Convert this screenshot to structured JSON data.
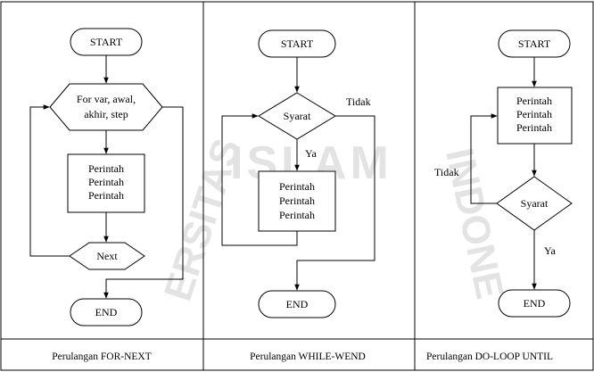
{
  "watermark": {
    "top": "ISLAM",
    "left": "ERSITAS",
    "right": "INDONE"
  },
  "panel1": {
    "start": "START",
    "for_box": [
      "For var, awal,",
      "akhir, step"
    ],
    "process": [
      "Perintah",
      "Perintah",
      "Perintah"
    ],
    "next": "Next",
    "end": "END",
    "caption": "Perulangan FOR-NEXT"
  },
  "panel2": {
    "start": "START",
    "condition": "Syarat",
    "no_label": "Tidak",
    "yes_label": "Ya",
    "process": [
      "Perintah",
      "Perintah",
      "Perintah"
    ],
    "end": "END",
    "caption": "Perulangan WHILE-WEND"
  },
  "panel3": {
    "start": "START",
    "process": [
      "Perintah",
      "Perintah",
      "Perintah"
    ],
    "condition": "Syarat",
    "no_label": "Tidak",
    "yes_label": "Ya",
    "end": "END",
    "caption": "Perulangan DO-LOOP UNTIL"
  }
}
